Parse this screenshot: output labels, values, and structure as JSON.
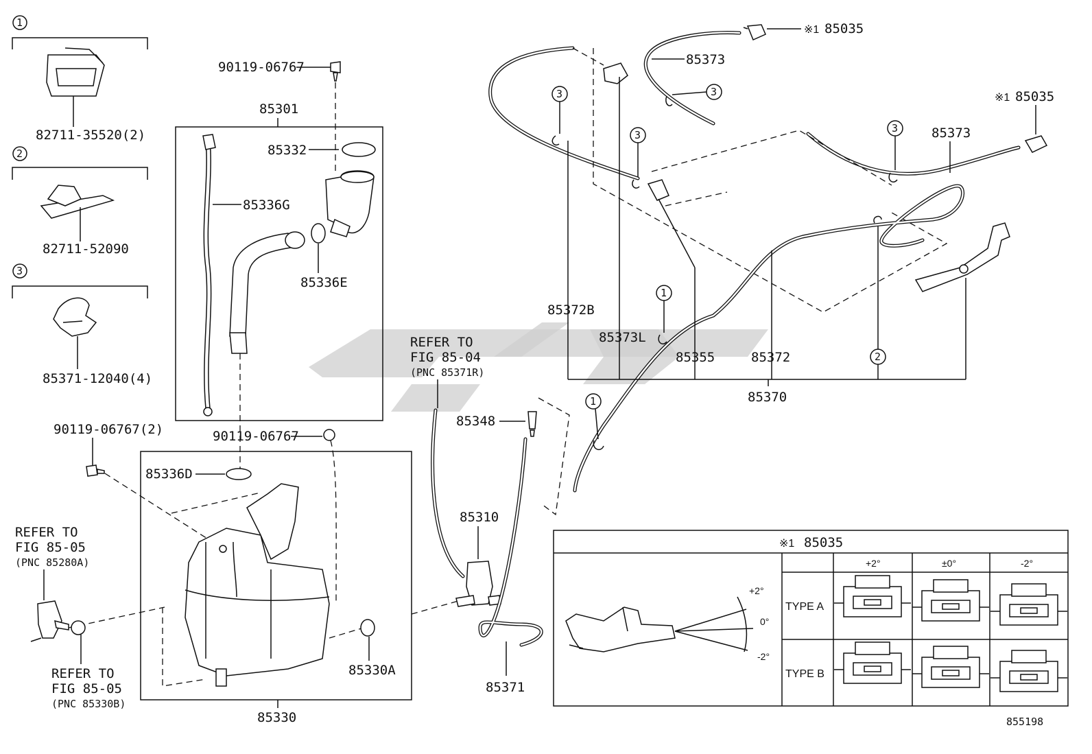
{
  "diagram_id": "855198",
  "legend": {
    "items": [
      {
        "num": "1",
        "part": "82711-35520(2)"
      },
      {
        "num": "2",
        "part": "82711-52090"
      },
      {
        "num": "3",
        "part": "85371-12040(4)"
      }
    ]
  },
  "parts": {
    "p90119_top": "90119-06767",
    "p85301": "85301",
    "p85332": "85332",
    "p85336G": "85336G",
    "p85336E": "85336E",
    "p90119_mid": "90119-06767",
    "p90119_left": "90119-06767(2)",
    "p85336D": "85336D",
    "p85330": "85330",
    "p85330A": "85330A",
    "p85310": "85310",
    "p85371": "85371",
    "p85348": "85348",
    "p85373_top": "85373",
    "p85035_top": "85035",
    "p85035_right": "85035",
    "p85373_right": "85373",
    "p85372B": "85372B",
    "p85373L": "85373L",
    "p85355": "85355",
    "p85372": "85372",
    "p85370": "85370"
  },
  "refs": {
    "pump_ref": {
      "line1": "REFER TO",
      "line2": "FIG 85-05",
      "line3": "(PNC 85280A)"
    },
    "grommet_ref": {
      "line1": "REFER TO",
      "line2": "FIG 85-05",
      "line3": "(PNC 85330B)"
    },
    "hose_ref": {
      "line1": "REFER TO",
      "line2": "FIG 85-04",
      "line3": "(PNC 85371R)"
    }
  },
  "note_mark": "※1",
  "callouts": {
    "c1": "1",
    "c2": "2",
    "c3": "3"
  },
  "angle_labels": {
    "plus": "+2°",
    "zero": "0°",
    "minus": "-2°"
  },
  "table": {
    "title_mark": "※1",
    "title_part": "85035",
    "columns": [
      "+2°",
      "±0°",
      "-2°"
    ],
    "rows": [
      "TYPE A",
      "TYPE B"
    ]
  }
}
